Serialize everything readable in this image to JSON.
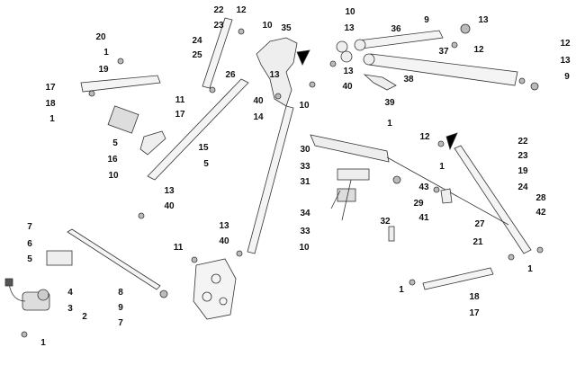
{
  "diagram": {
    "title": "Steering / frame assembly exploded parts view",
    "callouts": [
      "22",
      "12",
      "23",
      "10",
      "35",
      "24",
      "25",
      "20",
      "1",
      "19",
      "17",
      "18",
      "1",
      "11",
      "17",
      "26",
      "13",
      "40",
      "14",
      "5",
      "16",
      "10",
      "15",
      "5",
      "10",
      "13",
      "36",
      "9",
      "13",
      "12",
      "37",
      "12",
      "13",
      "9",
      "13",
      "40",
      "38",
      "39",
      "10",
      "1",
      "30",
      "33",
      "31",
      "34",
      "33",
      "29",
      "32",
      "12",
      "22",
      "1",
      "23",
      "19",
      "43",
      "24",
      "28",
      "41",
      "42",
      "27",
      "21",
      "1",
      "1",
      "18",
      "17",
      "10",
      "7",
      "6",
      "5",
      "4",
      "3",
      "2",
      "1",
      "13",
      "40",
      "11",
      "8",
      "9",
      "7",
      "13",
      "40"
    ]
  }
}
